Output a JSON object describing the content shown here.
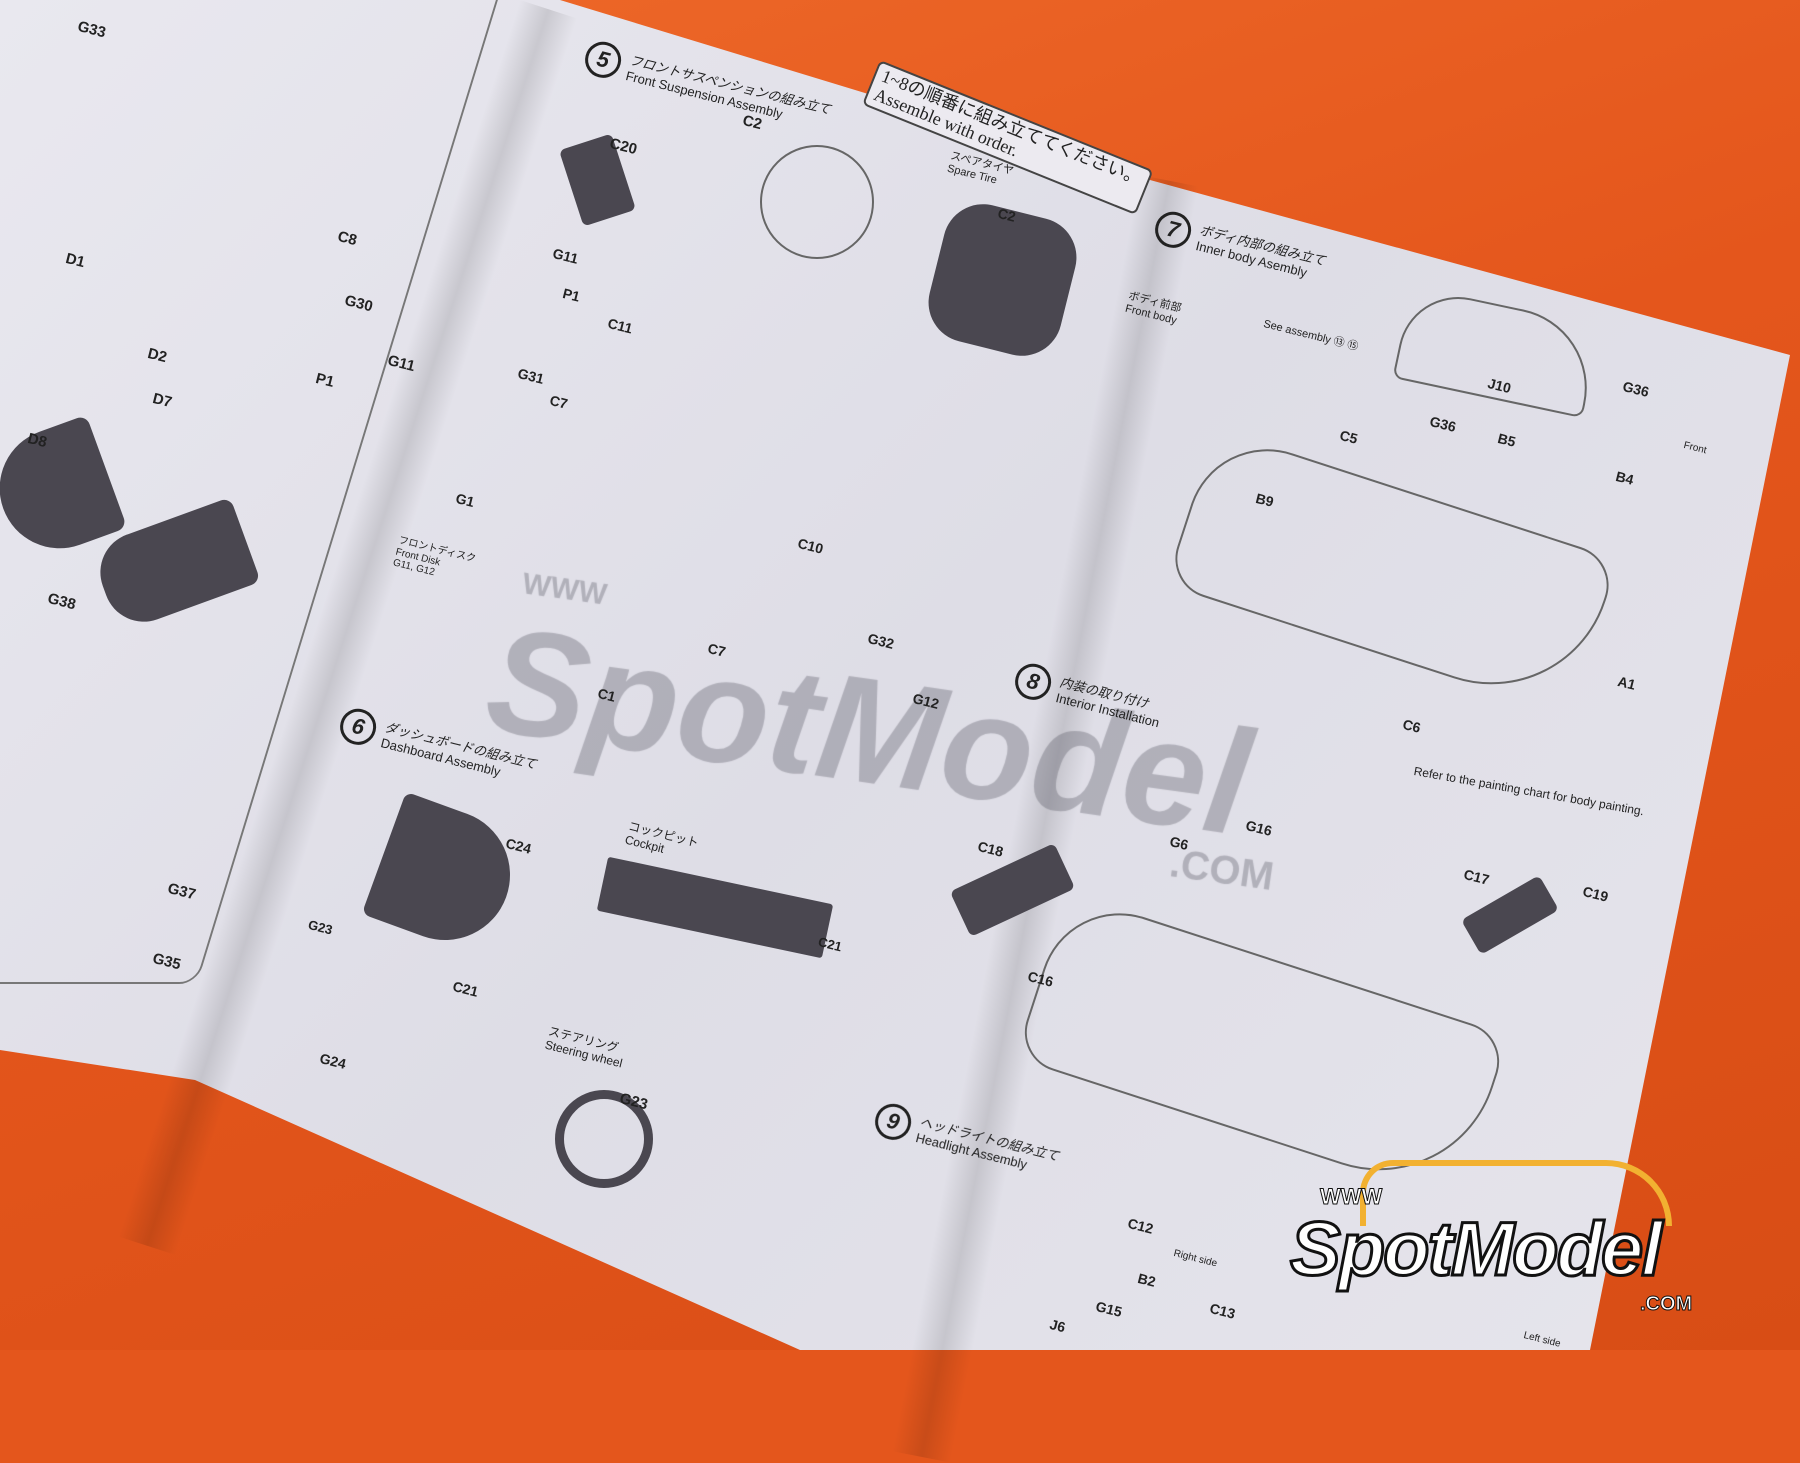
{
  "watermark": {
    "www": "WWW",
    "name": "SpotModel",
    "com": ".COM"
  },
  "logo": {
    "www": "WWW",
    "name": "SpotModel",
    "com": ".COM",
    "arc_color": "#f2b131"
  },
  "colors": {
    "background": "#e4561c",
    "paper": "#e4e3ea",
    "ink": "#222222"
  },
  "steps": [
    {
      "number": "5",
      "jp": "フロントサスペンションの組み立て",
      "en": "Front Suspension Assembly"
    },
    {
      "number": "6",
      "jp": "ダッシュボードの組み立て",
      "en": "Dashboard Assembly"
    },
    {
      "number": "7",
      "jp": "ボディ内部の組み立て",
      "en": "Inner body Asembly"
    },
    {
      "number": "8",
      "jp": "内装の取り付け",
      "en": "Interior Installation"
    },
    {
      "number": "9",
      "jp": "ヘッドライトの組み立て",
      "en": "Headlight Assembly"
    }
  ],
  "notes": {
    "order_jp": "1~8の順番に組み立ててください。",
    "order_en": "Assemble with order.",
    "spare_tire_jp": "スペアタイヤ",
    "spare_tire_en": "Spare Tire",
    "front_disk_jp": "フロントディスク",
    "front_disk_en": "Front Disk",
    "front_disk_parts": "G11, G12",
    "cockpit_jp": "コックピット",
    "cockpit_en": "Cockpit",
    "steering_jp": "ステアリング",
    "steering_en": "Steering wheel",
    "front_body_jp": "ボディ前部",
    "front_body_en": "Front body",
    "see_assembly": "See assembly ⑬ ⑮",
    "body_color": "Refer to the painting chart for body painting.",
    "right_side": "Right side",
    "left_side": "Left side",
    "front": "Front"
  },
  "part_labels": [
    "G33",
    "C8",
    "G30",
    "G11",
    "P1",
    "D1",
    "D2",
    "D7",
    "D8",
    "G38",
    "G37",
    "G35",
    "C2",
    "C20",
    "G11",
    "P1",
    "C11",
    "G31",
    "C7",
    "G1",
    "C10",
    "C7",
    "G32",
    "G12",
    "C1",
    "C24",
    "C21",
    "G23",
    "G24",
    "C21",
    "G23",
    "J10",
    "G36",
    "G36",
    "C5",
    "B5",
    "B4",
    "B9",
    "A1",
    "C6",
    "C18",
    "G6",
    "G16",
    "C16",
    "C17",
    "C19",
    "C12",
    "B2",
    "G15",
    "J6",
    "C13",
    "C2"
  ]
}
